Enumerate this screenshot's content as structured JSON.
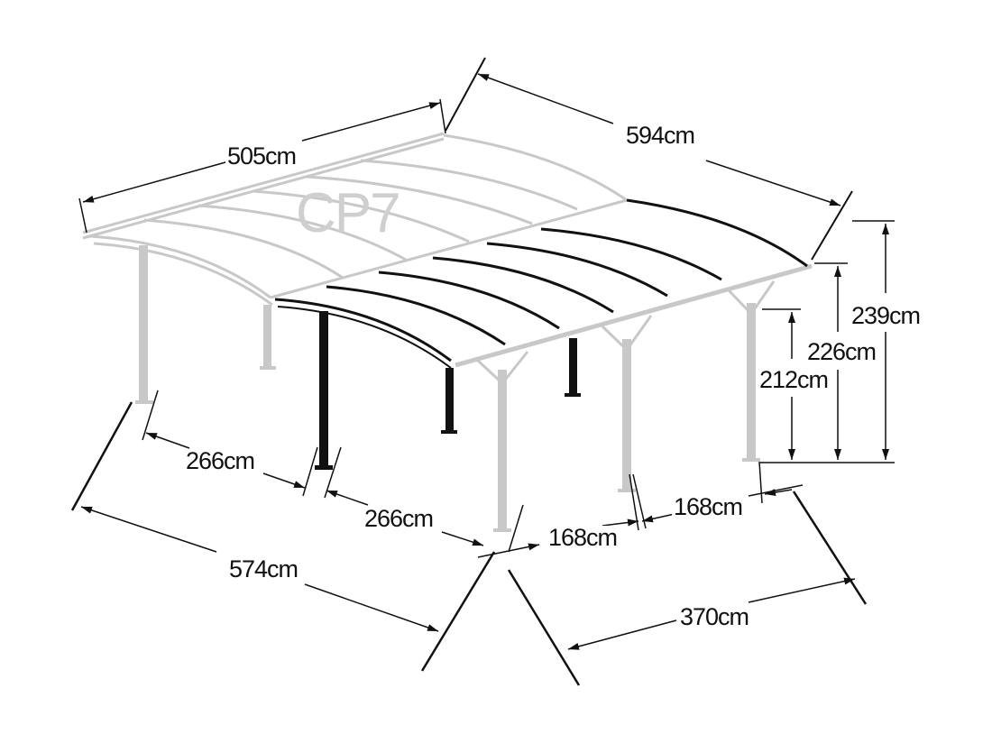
{
  "diagram": {
    "title_watermark": "CP7",
    "subject": "Double arched carport",
    "colors": {
      "ghost_frame": "#c8c8c8",
      "highlight_frame": "#111111",
      "dimension_lines": "#111111",
      "background": "#ffffff"
    },
    "dimensions": {
      "roof_width_back": "505cm",
      "roof_length": "594cm",
      "height_total": "239cm",
      "height_eave": "226cm",
      "height_clearance": "212cm",
      "post_spacing_left_1": "266cm",
      "post_spacing_left_2": "266cm",
      "base_length": "574cm",
      "post_spacing_right_1": "168cm",
      "post_spacing_right_2": "168cm",
      "base_width": "370cm"
    }
  }
}
